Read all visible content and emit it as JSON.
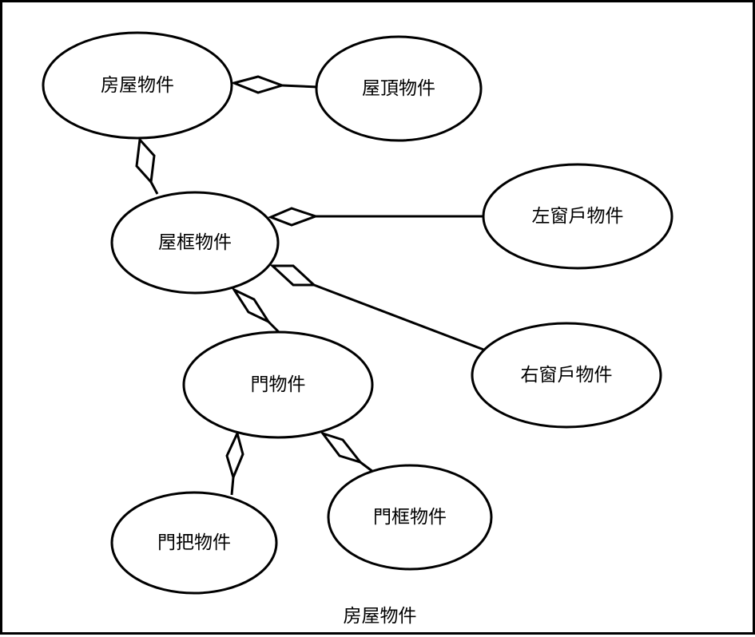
{
  "diagram": {
    "nodes": {
      "house": "房屋物件",
      "roof": "屋頂物件",
      "frame": "屋框物件",
      "left_window": "左窗戶物件",
      "right_window": "右窗戶物件",
      "door": "門物件",
      "door_handle": "門把物件",
      "door_frame": "門框物件"
    },
    "relationships": [
      {
        "whole": "house",
        "part": "roof",
        "type": "aggregation"
      },
      {
        "whole": "house",
        "part": "frame",
        "type": "aggregation"
      },
      {
        "whole": "frame",
        "part": "left_window",
        "type": "aggregation"
      },
      {
        "whole": "frame",
        "part": "right_window",
        "type": "aggregation"
      },
      {
        "whole": "frame",
        "part": "door",
        "type": "aggregation"
      },
      {
        "whole": "door",
        "part": "door_handle",
        "type": "aggregation"
      },
      {
        "whole": "door",
        "part": "door_frame",
        "type": "aggregation"
      }
    ],
    "caption": "房屋物件"
  }
}
